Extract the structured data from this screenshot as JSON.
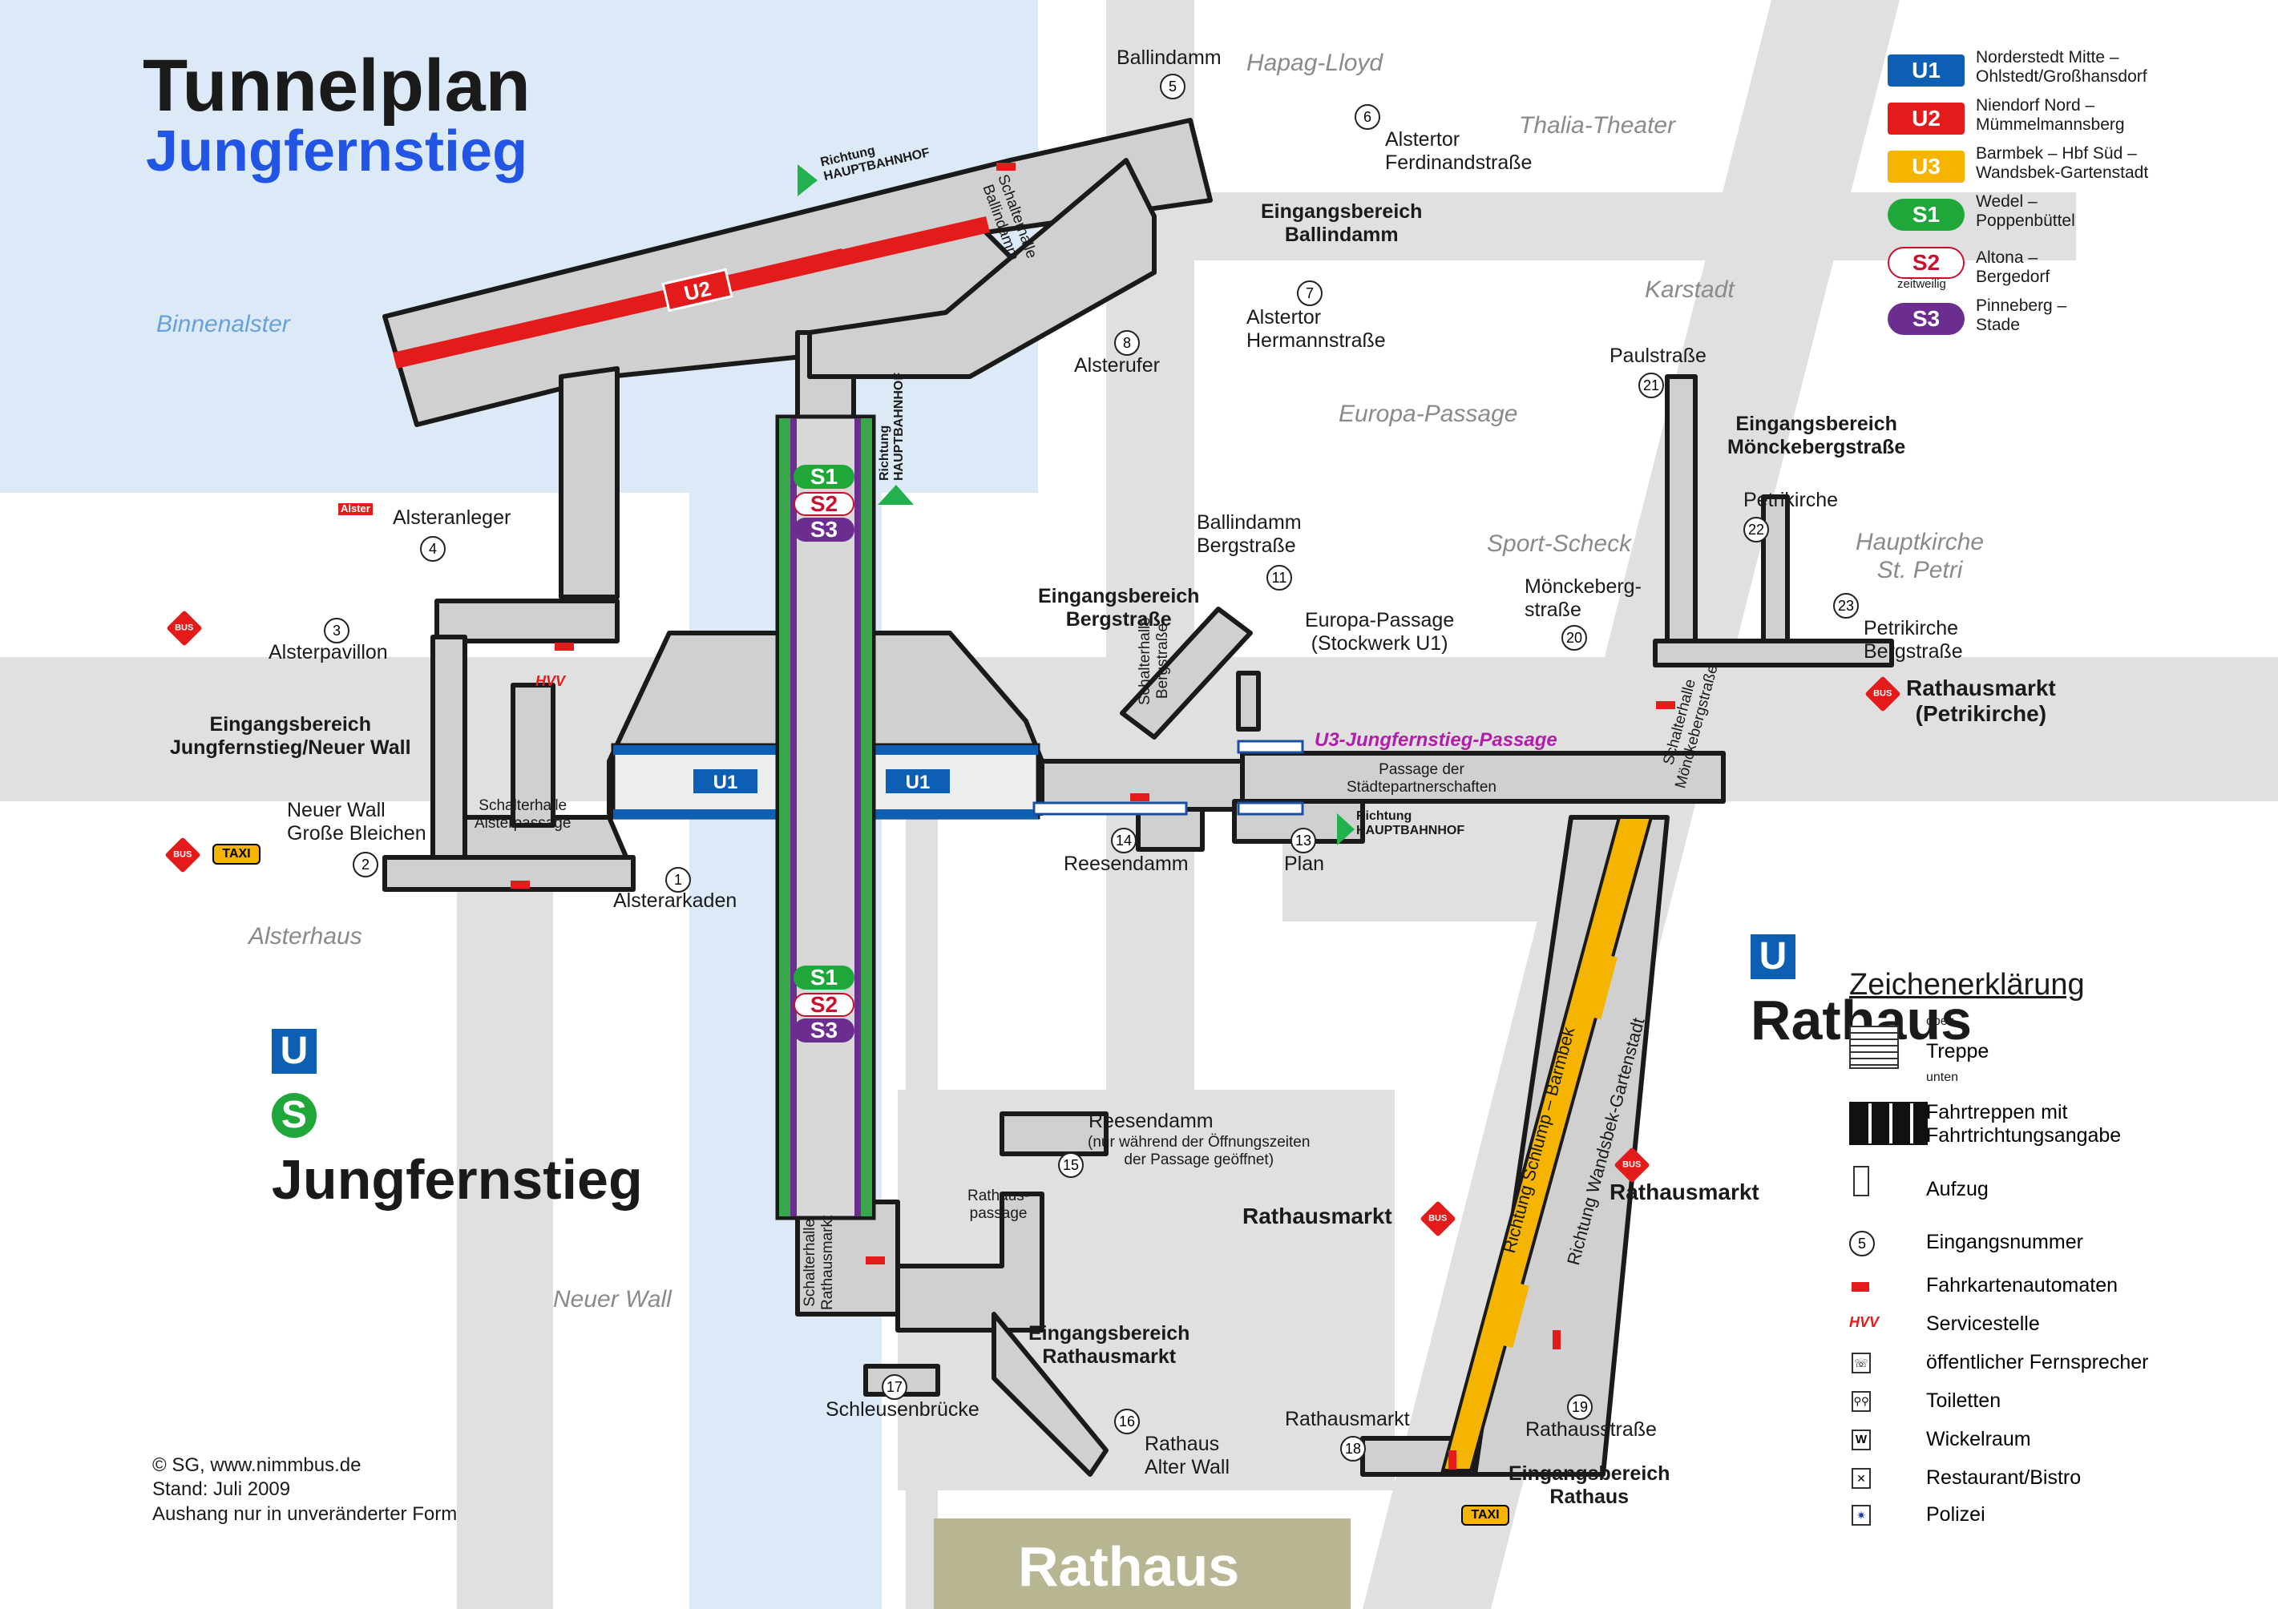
{
  "header": {
    "title": "Tunnelplan",
    "subtitle": "Jungfernstieg"
  },
  "colors": {
    "U1": "#0d5fb4",
    "U2": "#e31b1b",
    "U3": "#f5b400",
    "S1": "#1fa73a",
    "S2": "#c8102e",
    "S3": "#6b2d8f",
    "corridor": "#dedede",
    "water": "#dce9f7",
    "green": "#3aa84a"
  },
  "streets": {
    "hapag": "Hapag-Lloyd",
    "thalia": "Thalia-Theater",
    "karstadt": "Karstadt",
    "binnenalster": "Binnenalster",
    "europa": "Europa-Passage",
    "sport": "Sport-Scheck",
    "hauptkirche": "Hauptkirche\nSt. Petri",
    "alsterhaus": "Alsterhaus",
    "neuerwall": "Neuer Wall"
  },
  "entrances": [
    {
      "n": "1",
      "label": "Alsterarkaden"
    },
    {
      "n": "2",
      "label": "Neuer Wall\nGroße Bleichen"
    },
    {
      "n": "3",
      "label": "Alsterpavillon"
    },
    {
      "n": "4",
      "label": "Alsteranleger"
    },
    {
      "n": "5",
      "label": "Ballindamm"
    },
    {
      "n": "6",
      "label": "Alstertor\nFerdinandstraße"
    },
    {
      "n": "7",
      "label": "Alstertor\nHermannstraße"
    },
    {
      "n": "8",
      "label": "Alsterufer"
    },
    {
      "n": "11",
      "label": "Ballindamm\nBergstraße"
    },
    {
      "n": "13",
      "label": "Plan"
    },
    {
      "n": "14",
      "label": "Reesendamm"
    },
    {
      "n": "15",
      "label": "Reesendamm"
    },
    {
      "n": "16",
      "label": "Rathaus\nAlter Wall"
    },
    {
      "n": "17",
      "label": "Schleusenbrücke"
    },
    {
      "n": "18",
      "label": "Rathausmarkt"
    },
    {
      "n": "19",
      "label": "Rathausstraße"
    },
    {
      "n": "20",
      "label": "Mönckeberg-\nstraße"
    },
    {
      "n": "21",
      "label": "Paulstraße"
    },
    {
      "n": "22",
      "label": "Petrikirche"
    },
    {
      "n": "23",
      "label": "Petrikirche\nBergstraße"
    }
  ],
  "reesendamm_note": "(nur während der Öffnungszeiten\nder Passage geöffnet)",
  "areas": {
    "ballindamm": "Eingangsbereich\nBallindamm",
    "bergstrasse": "Eingangsbereich\nBergstraße",
    "jungfernstieg": "Eingangsbereich\nJungfernstieg/Neuer Wall",
    "moenckeberg": "Eingangsbereich\nMönckebergstraße",
    "rathausmarkt": "Eingangsbereich\nRathausmarkt",
    "rathaus": "Eingangsbereich\nRathaus"
  },
  "halls": {
    "ballindamm": "Schalterhalle\nBallindamm",
    "alsterpassage": "Schalterhalle\nAlsterpassage",
    "bergstrasse": "Schalterhalle\nBergstraße",
    "rathausmarkt": "Schalterhalle\nRathausmarkt",
    "moenckeberg": "Schalterhalle\nMönckebergstraße",
    "rathauspassage": "Rathaus-\npassage",
    "europa_u1": "Europa-Passage\n(Stockwerk U1)",
    "staedte": "Passage der\nStädtepartnerschaften",
    "u3passage": "U3-Jungfernstieg-Passage"
  },
  "directions": {
    "hbf": "Richtung\nHAUPTBAHNHOF",
    "schlump": "Richtung Schlump – Barmbek",
    "wandsbek": "Richtung Wandsbek-Gartenstadt"
  },
  "misc": {
    "rathausmarkt_petri": "Rathausmarkt\n(Petrikirche)",
    "rathausmarkt": "Rathausmarkt",
    "rathaus": "Rathaus",
    "hvv": "HVV",
    "bus": "BUS",
    "taxi": "TAXI",
    "alster": "Alster"
  },
  "stations": {
    "rathaus": "Rathaus",
    "jungfernstieg": "Jungfernstieg"
  },
  "lines": [
    {
      "id": "U1",
      "desc": "Norderstedt Mitte –\nOhlstedt/Großhansdorf"
    },
    {
      "id": "U2",
      "desc": "Niendorf Nord –\nMümmelmannsberg"
    },
    {
      "id": "U3",
      "desc": "Barmbek – Hbf Süd –\nWandsbek-Gartenstadt"
    },
    {
      "id": "S1",
      "desc": "Wedel –\nPoppenbüttel"
    },
    {
      "id": "S2",
      "desc": "Altona –\nBergedorf",
      "note": "zeitweilig"
    },
    {
      "id": "S3",
      "desc": "Pinneberg –\nStade"
    }
  ],
  "legend": {
    "title": "Zeichenerklärung",
    "stairs_top": "oben",
    "stairs": "Treppe",
    "stairs_bottom": "unten",
    "escalator": "Fahrtreppen mit\nFahrtrichtungsangabe",
    "elevator": "Aufzug",
    "entrance_no": "Eingangsnummer",
    "entrance_sample": "5",
    "ticket": "Fahrkartenautomaten",
    "service": "Servicestelle",
    "phone": "öffentlicher Fernsprecher",
    "toilets": "Toiletten",
    "changing": "Wickelraum",
    "restaurant": "Restaurant/Bistro",
    "police": "Polizei"
  },
  "footer": {
    "line1": "© SG, www.nimmbus.de",
    "line2": "Stand: Juli 2009",
    "line3": "Aushang nur in unveränderter Form"
  }
}
